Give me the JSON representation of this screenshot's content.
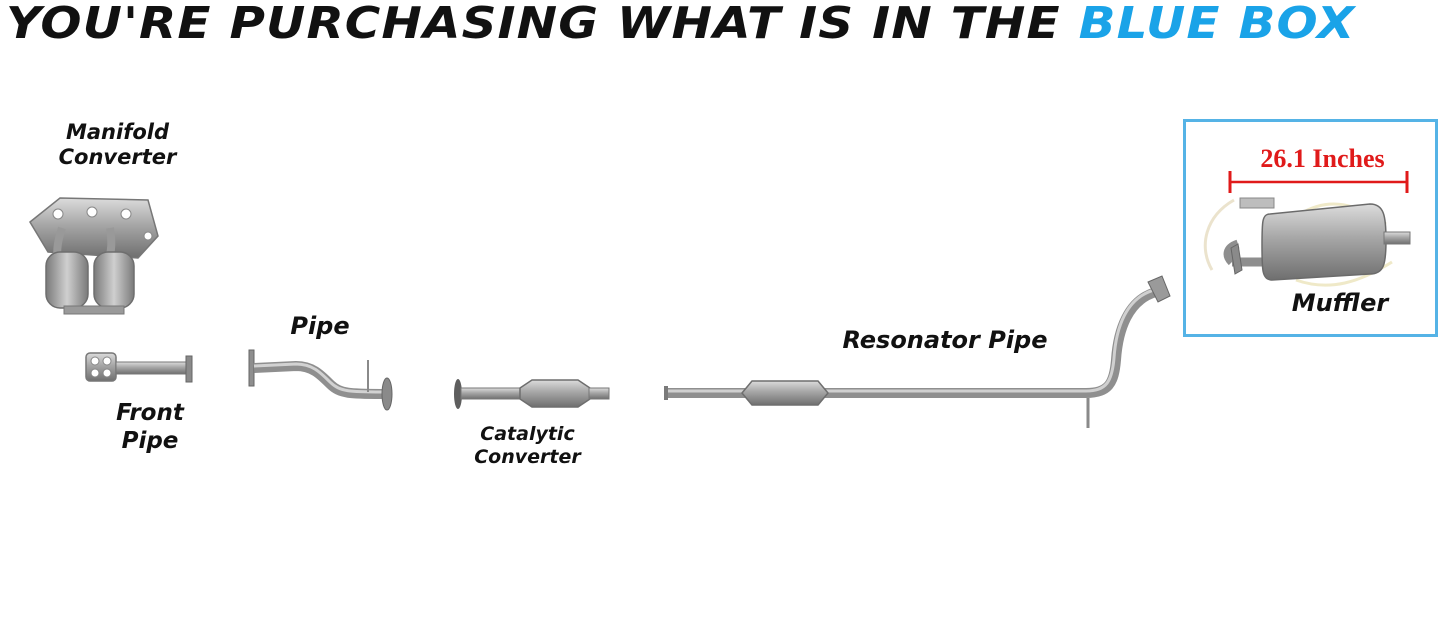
{
  "headline": {
    "text": "YOU'RE PURCHASING WHAT IS IN THE",
    "highlight": "BLUE BOX",
    "text_color": "#111111",
    "highlight_color": "#1aa3e8"
  },
  "parts": {
    "manifold_converter": [
      "Manifold",
      "Converter"
    ],
    "front_pipe": [
      "Front",
      "Pipe"
    ],
    "pipe": "Pipe",
    "catalytic_converter": [
      "Catalytic",
      "Converter"
    ],
    "resonator_pipe": "Resonator Pipe",
    "muffler": "Muffler"
  },
  "dimension": {
    "label": "26.1 Inches",
    "color": "#e01a1a"
  },
  "box": {
    "border_color": "#55b3e6"
  },
  "part_icons": [
    "manifold-converter-icon",
    "front-pipe-icon",
    "pipe-icon",
    "catalytic-converter-icon",
    "resonator-pipe-icon",
    "muffler-icon"
  ]
}
